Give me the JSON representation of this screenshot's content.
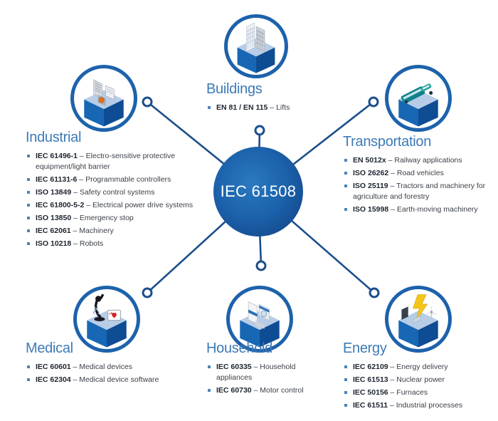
{
  "hub": {
    "label": "IEC 61508"
  },
  "separator": " – ",
  "colors": {
    "heading": "#3d7ab6",
    "connector_line": "#1c4e8c",
    "hub_gradient_inner": "#2b7ac0",
    "hub_gradient_outer": "#123f7e",
    "icon_ring": "#1d62ab",
    "bullet": "#4d83b7",
    "code_text": "#1d2430",
    "desc_text": "#3a3f47"
  },
  "categories": [
    {
      "id": "buildings",
      "icon": "buildings-icon",
      "title": "Buildings",
      "items": [
        {
          "code": "EN 81 / EN 115",
          "desc": "Lifts"
        }
      ]
    },
    {
      "id": "industrial",
      "icon": "industrial-machines-icon",
      "title": "Industrial",
      "items": [
        {
          "code": "IEC 61496-1",
          "desc": "Electro-sensitive protective equipment/light barrier"
        },
        {
          "code": "IEC 61131-6",
          "desc": "Programmable controllers"
        },
        {
          "code": "ISO 13849",
          "desc": "Safety control systems"
        },
        {
          "code": "IEC 61800-5-2",
          "desc": "Electrical power drive systems"
        },
        {
          "code": "ISO 13850",
          "desc": "Emergency stop"
        },
        {
          "code": "IEC 62061",
          "desc": "Machinery"
        },
        {
          "code": "ISO 10218",
          "desc": "Robots"
        }
      ]
    },
    {
      "id": "transportation",
      "icon": "vehicles-icon",
      "title": "Transportation",
      "items": [
        {
          "code": "EN 5012x",
          "desc": "Railway applications"
        },
        {
          "code": "ISO 26262",
          "desc": "Road vehicles"
        },
        {
          "code": "ISO 25119",
          "desc": "Tractors and machinery for agriculture and forestry"
        },
        {
          "code": "ISO 15998",
          "desc": "Earth-moving machinery"
        }
      ]
    },
    {
      "id": "medical",
      "icon": "microscope-monitor-icon",
      "title": "Medical",
      "items": [
        {
          "code": "IEC 60601",
          "desc": "Medical devices"
        },
        {
          "code": "IEC 62304",
          "desc": "Medical device software"
        }
      ]
    },
    {
      "id": "household",
      "icon": "appliances-icon",
      "title": "Household",
      "items": [
        {
          "code": "IEC 60335",
          "desc": "Household appliances"
        },
        {
          "code": "IEC 60730",
          "desc": "Motor control"
        }
      ]
    },
    {
      "id": "energy",
      "icon": "lightning-turbine-icon",
      "title": "Energy",
      "items": [
        {
          "code": "IEC 62109",
          "desc": "Energy delivery"
        },
        {
          "code": "IEC 61513",
          "desc": "Nuclear power"
        },
        {
          "code": "IEC 50156",
          "desc": "Furnaces"
        },
        {
          "code": "IEC 61511",
          "desc": "Industrial processes"
        }
      ]
    }
  ]
}
